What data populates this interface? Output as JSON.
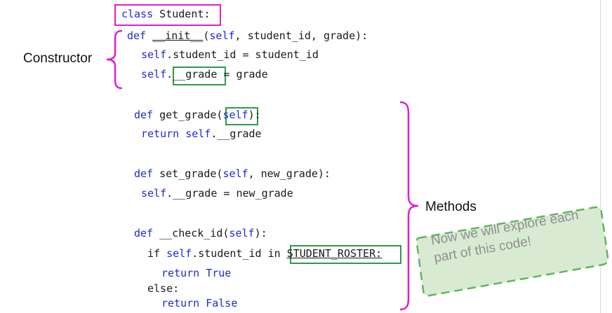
{
  "code": {
    "class_kw": "class",
    "class_name": " Student:",
    "init_def": "def",
    "init_name": "__init__",
    "init_open": "(",
    "init_self": "self",
    "init_params": ", student_id, grade):",
    "line_self1": "self",
    "line_rest1": ".student_id = student_id",
    "line_self2": "self",
    "line_dot2": ".",
    "line_grade_attr": "__grade",
    "line_rest2": " = grade",
    "get_def": "def",
    "get_name": " get_grade(",
    "get_self": "self",
    "get_close": "):",
    "get_return_kw": "return",
    "get_return_self": " self",
    "get_return_rest": ".__grade",
    "set_def": "def",
    "set_name": " set_grade(",
    "set_self": "self",
    "set_params": ", new_grade):",
    "set_body_self": "self",
    "set_body_rest": ".__grade = new_grade",
    "check_def": "def",
    "check_name": " __check_id(",
    "check_self": "self",
    "check_close": "):",
    "if_kw": "if ",
    "if_self": "self",
    "if_mid": ".student_id in ",
    "roster": "STUDENT_ROSTER:",
    "ret_true_kw": "return",
    "ret_true_val": " True",
    "else_kw": "else:",
    "ret_false_kw": "return",
    "ret_false_val": " False"
  },
  "labels": {
    "constructor": "Constructor",
    "methods": "Methods"
  },
  "note": {
    "text": "Now we will explore each\npart of this code!"
  },
  "colors": {
    "keyword": "#1f2ad6",
    "pink": "#e41ccf",
    "green_box": "#2e9b4a",
    "note_fill": "#d9ead3",
    "note_border": "#5cb85c"
  }
}
